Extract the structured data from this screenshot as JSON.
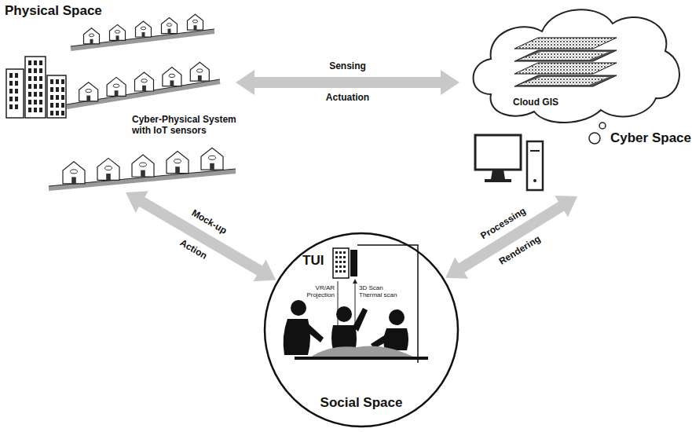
{
  "diagram": {
    "nodes": [
      {
        "text": [
          "Physical Space",
          "Cyber-Physical System with IoT sensors"
        ]
      },
      {
        "text": [
          "Cloud GIS",
          "Cyber Space"
        ]
      },
      {
        "text": [
          "Social Space"
        ]
      }
    ],
    "edges": [
      {
        "from": 0,
        "to": 1,
        "arrow": "both",
        "label": "Sensing"
      },
      {
        "from": 0,
        "to": 2,
        "arrow": "both",
        "label": "Mock-up"
      },
      {
        "from": 2,
        "to": 1,
        "arrow": "both",
        "label": "Processing"
      }
    ],
    "labels": [
      "Actuation",
      "Action",
      "Rendering",
      "TUI",
      "VR/AR Projection",
      "3D Scan Thermal scan"
    ]
  }
}
